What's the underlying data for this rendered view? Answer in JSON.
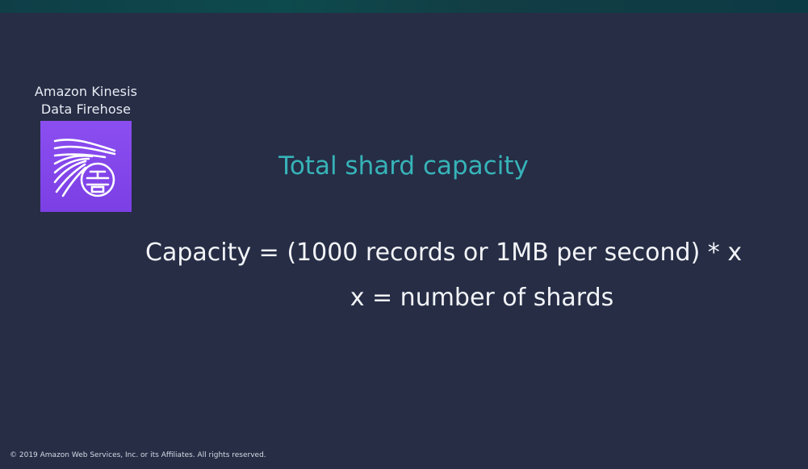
{
  "product": {
    "name_line1": "Amazon Kinesis",
    "name_line2": "Data Firehose",
    "icon": "kinesis-data-firehose-icon"
  },
  "slide": {
    "title": "Total shard capacity",
    "formula": "Capacity = (1000 records or 1MB per second) * x",
    "definition": "x = number of shards"
  },
  "footer": {
    "copyright": "© 2019 Amazon Web Services, Inc. or its Affiliates. All rights reserved."
  },
  "colors": {
    "background": "#262d45",
    "title": "#37b3b8",
    "icon_background": "#7b3fe4",
    "text": "#f2f4f8"
  }
}
